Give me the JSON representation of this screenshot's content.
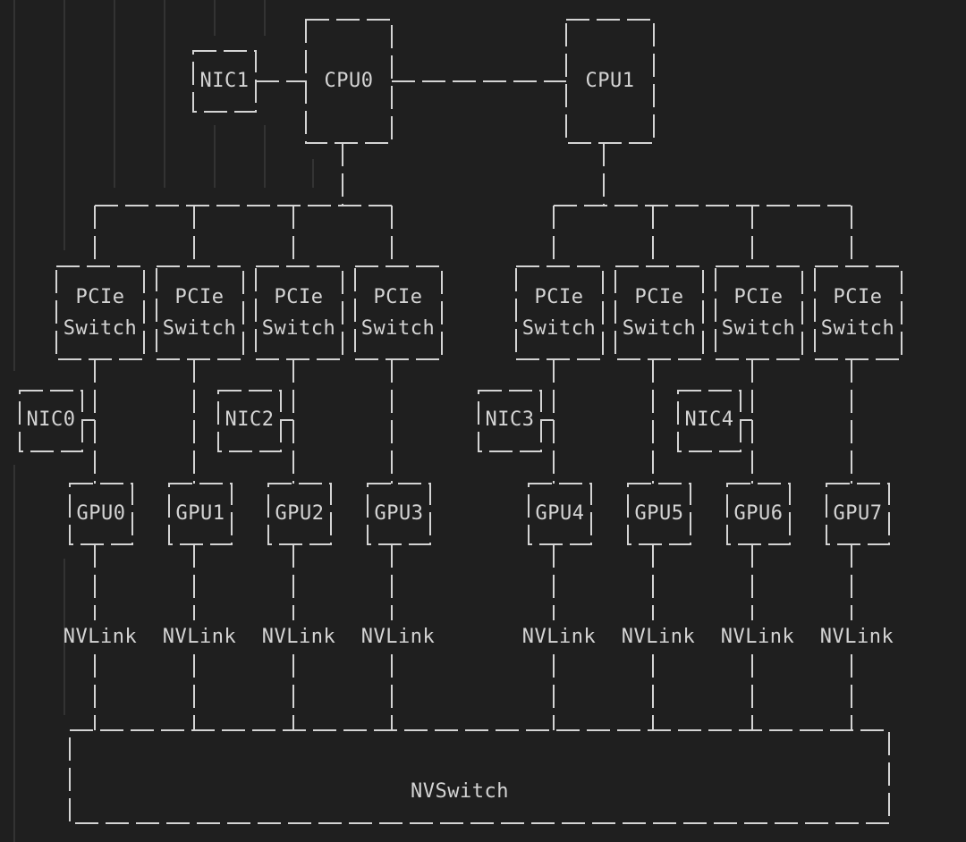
{
  "diagram": {
    "cpus": [
      "CPU0",
      "CPU1"
    ],
    "nics": [
      "NIC0",
      "NIC1",
      "NIC2",
      "NIC3",
      "NIC4"
    ],
    "pcie_switch": {
      "line1": "PCIe",
      "line2": "Switch"
    },
    "gpus": [
      "GPU0",
      "GPU1",
      "GPU2",
      "GPU3",
      "GPU4",
      "GPU5",
      "GPU6",
      "GPU7"
    ],
    "nvlink_label": "NVLink",
    "nvswitch": "NVSwitch"
  },
  "colors": {
    "background": "#1f1f1f",
    "stroke": "#d4d4d4",
    "faint": "#3a3a3a"
  }
}
